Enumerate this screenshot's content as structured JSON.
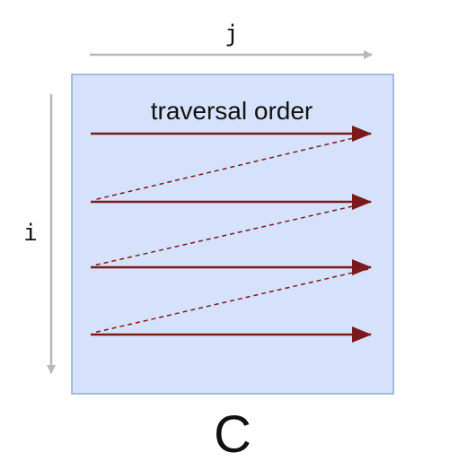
{
  "labels": {
    "column_index": "j",
    "row_index": "i",
    "traversal": "traversal order",
    "matrix": "C"
  },
  "colors": {
    "matrix_fill": "#d6e2fb",
    "matrix_border": "#8ea8d4",
    "axis_arrow": "#b8b8b8",
    "traversal_arrow": "#7a1a1a",
    "text": "#111111"
  },
  "diagram": {
    "row_sweeps": 4,
    "sweep_direction": "left-to-right",
    "return_style": "dashed diagonal"
  }
}
